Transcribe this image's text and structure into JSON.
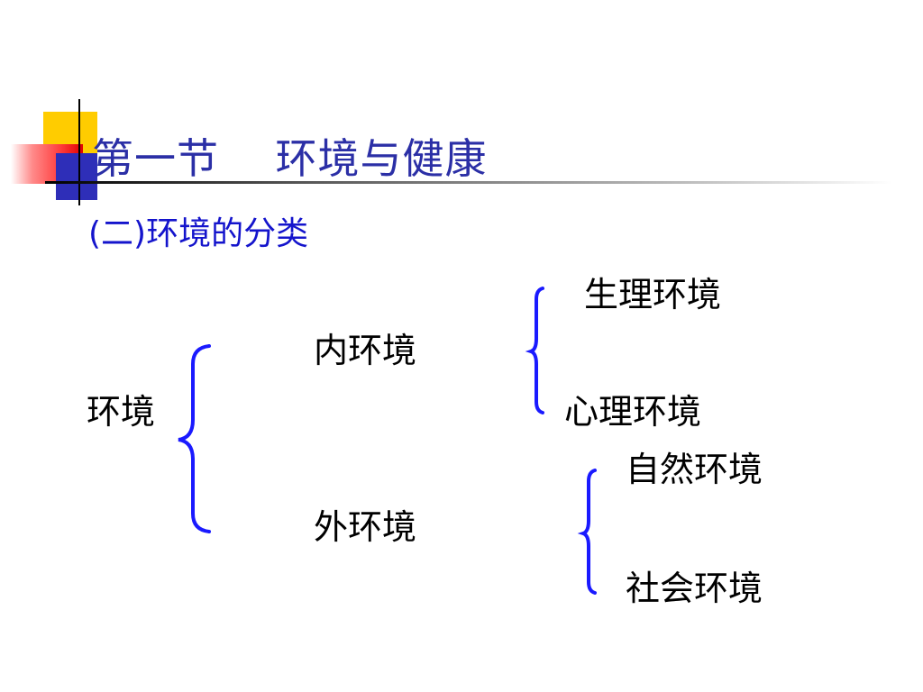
{
  "slide": {
    "title": "第一节    环境与健康",
    "subtitle": "(二)环境的分类"
  },
  "tree": {
    "root": "环境",
    "inner": {
      "label": "内环境",
      "children": [
        "生理环境",
        "心理环境"
      ]
    },
    "outer": {
      "label": "外环境",
      "children": [
        "自然环境",
        "社会环境"
      ]
    }
  },
  "colors": {
    "title": "#2b2fa6",
    "subtitle": "#1414cc",
    "brace": "#1a1aff",
    "deco_yellow": "#ffcc00",
    "deco_blue": "#2e2eb8",
    "deco_red": "#ff3a3a"
  }
}
